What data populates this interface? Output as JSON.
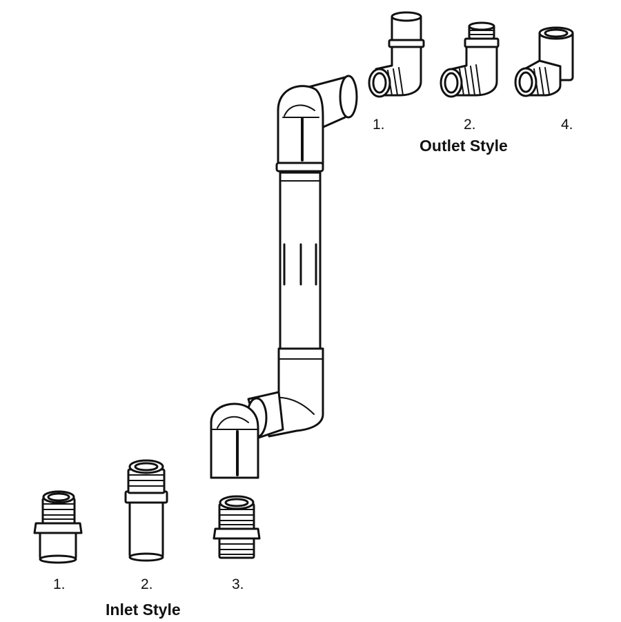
{
  "outlet": {
    "title": "Outlet Style",
    "options": [
      {
        "label": "1.",
        "kind": "elbow-slip-socket"
      },
      {
        "label": "2.",
        "kind": "elbow-male-threaded"
      },
      {
        "label": "4.",
        "kind": "elbow-female-threaded"
      }
    ]
  },
  "inlet": {
    "title": "Inlet Style",
    "options": [
      {
        "label": "1.",
        "kind": "male-adapter"
      },
      {
        "label": "2.",
        "kind": "long-threaded-nipple"
      },
      {
        "label": "3.",
        "kind": "hex-threaded-nipple"
      }
    ]
  },
  "colors": {
    "stroke": "#111111",
    "fill": "#ffffff"
  }
}
